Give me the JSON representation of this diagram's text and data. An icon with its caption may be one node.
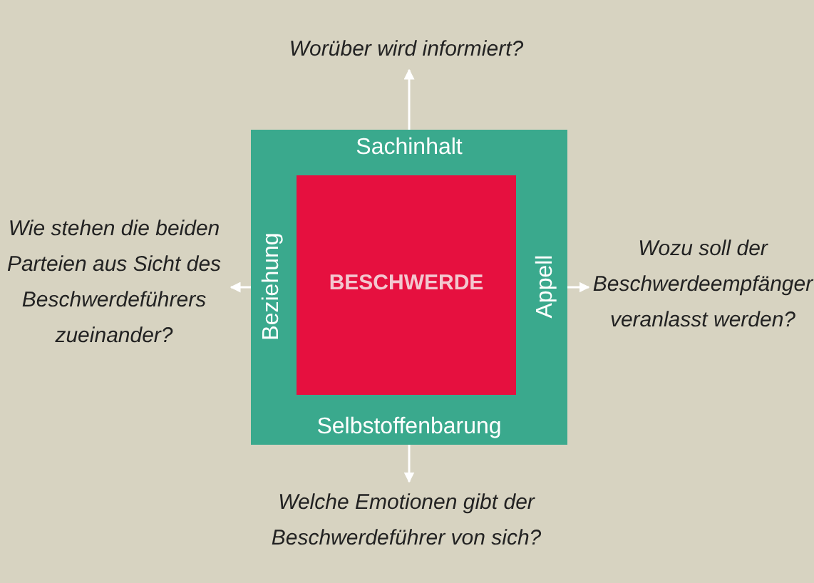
{
  "diagram": {
    "nodes": [
      {
        "text": [
          "Sachinhalt",
          "Beziehung",
          "Appell",
          "Selbstoffenbarung"
        ]
      },
      {
        "text": [
          "BESCHWERDE"
        ],
        "in": 0
      },
      {
        "text": [
          "Worüber wird informiert?"
        ]
      },
      {
        "text": [
          "Wie stehen die beiden Parteien aus Sicht des Beschwerdeführers zueinander?"
        ]
      },
      {
        "text": [
          "Wozu soll der Beschwerdeempfänger veranlasst werden?"
        ]
      },
      {
        "text": [
          "Welche Emotionen gibt der Beschwerdeführer von sich?"
        ]
      }
    ],
    "edges": [
      {
        "from": 0,
        "to": 2,
        "arrow": "to"
      },
      {
        "from": 0,
        "to": 3,
        "arrow": "to"
      },
      {
        "from": 0,
        "to": 4,
        "arrow": "to"
      },
      {
        "from": 0,
        "to": 5,
        "arrow": "to"
      }
    ]
  }
}
